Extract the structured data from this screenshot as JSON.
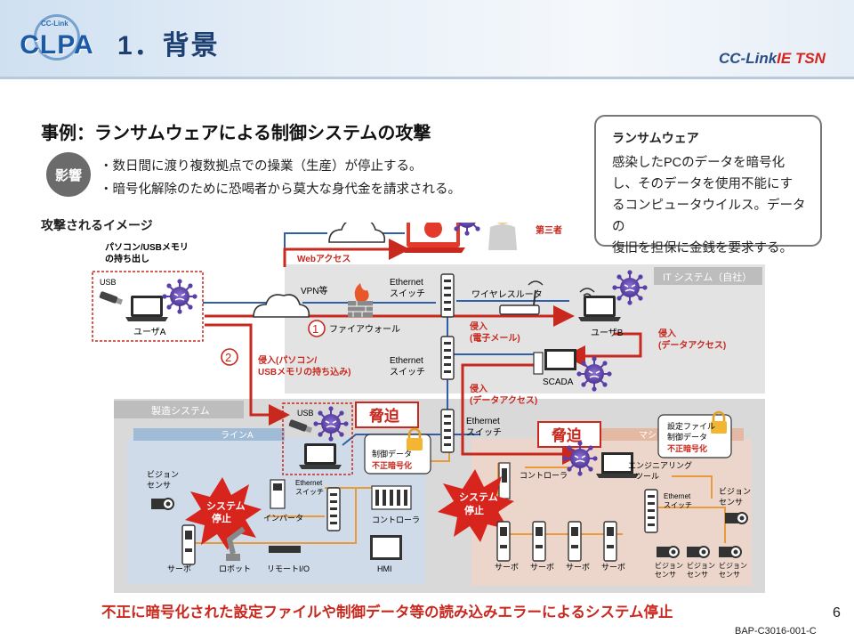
{
  "header": {
    "logo_text": "CLPA",
    "logo_small": "CC-Link",
    "title": "1．背景",
    "brand_prefix": "CC-Link",
    "brand_suffix": "IE TSN"
  },
  "case": {
    "title": "事例：ランサムウェアによる制御システムの攻撃",
    "impact_label": "影響",
    "bullets": [
      "・数日間に渡り複数拠点での操業（生産）が停止する。",
      "・暗号化解除のために恐喝者から莫大な身代金を請求される。"
    ]
  },
  "definition": {
    "title": "ランサムウェア",
    "lines": [
      "感染したPCのデータを暗号化",
      "し、そのデータを使用不能にす",
      "るコンピュータウイルス。データの",
      "復旧を担保に金銭を要求する。"
    ]
  },
  "image_label": "攻撃されるイメージ",
  "diagram": {
    "third_party": "第三者",
    "web_access": "Webアクセス",
    "usb_carry": [
      "パソコン/USBメモリ",
      "の持ち出し"
    ],
    "usb": "USB",
    "user_a": "ユーザA",
    "user_b": "ユーザB",
    "vpn": "VPN等",
    "firewall": "ファイアウォール",
    "ethernet_switch": [
      "Ethernet",
      "スイッチ"
    ],
    "wireless_router": "ワイヤレスルータ",
    "it_system": "IT システム（自社）",
    "intrusion_mail": [
      "侵入",
      "(電子メール)"
    ],
    "intrusion_data": [
      "侵入",
      "(データアクセス)"
    ],
    "intrusion_usb": [
      "侵入(パソコン/",
      "USBメモリの持ち込み)"
    ],
    "scada": "SCADA",
    "mfg_system": "製造システム",
    "line_a": "ラインA",
    "machine_b": "マシンB",
    "threat": "脅迫",
    "control_data": "制御データ",
    "illegal_encrypt": "不正暗号化",
    "setting_file": "設定ファイル",
    "system_stop": [
      "システム",
      "停止"
    ],
    "ethernet_switch_small": [
      "Ethernet",
      "スイッチ"
    ],
    "inverter": "インバータ",
    "controller": "コントローラ",
    "controller_b": "コントローラ",
    "engineering_tool": [
      "エンジニアリング",
      "ツール"
    ],
    "vision_sensor": [
      "ビジョン",
      "センサ"
    ],
    "servo": "サーボ",
    "robot": "ロボット",
    "remote_io": "リモートI/O",
    "hmi": "HMI",
    "num1": "1",
    "num2": "2"
  },
  "footer": {
    "message": "不正に暗号化された設定ファイルや制御データ等の読み込みエラーによるシステム停止",
    "page": "6",
    "code": "BAP-C3016-001-C"
  },
  "colors": {
    "red_line": "#c8281e",
    "blue_line": "#2f5fa8",
    "orange_line": "#e89a3c",
    "virus": "#6b4fb4",
    "it_bg": "#e3e3e3",
    "mfg_bg": "#d9d9d9",
    "line_a_bg": "#cfdbe8",
    "machine_b_bg": "#ecd6cb"
  }
}
